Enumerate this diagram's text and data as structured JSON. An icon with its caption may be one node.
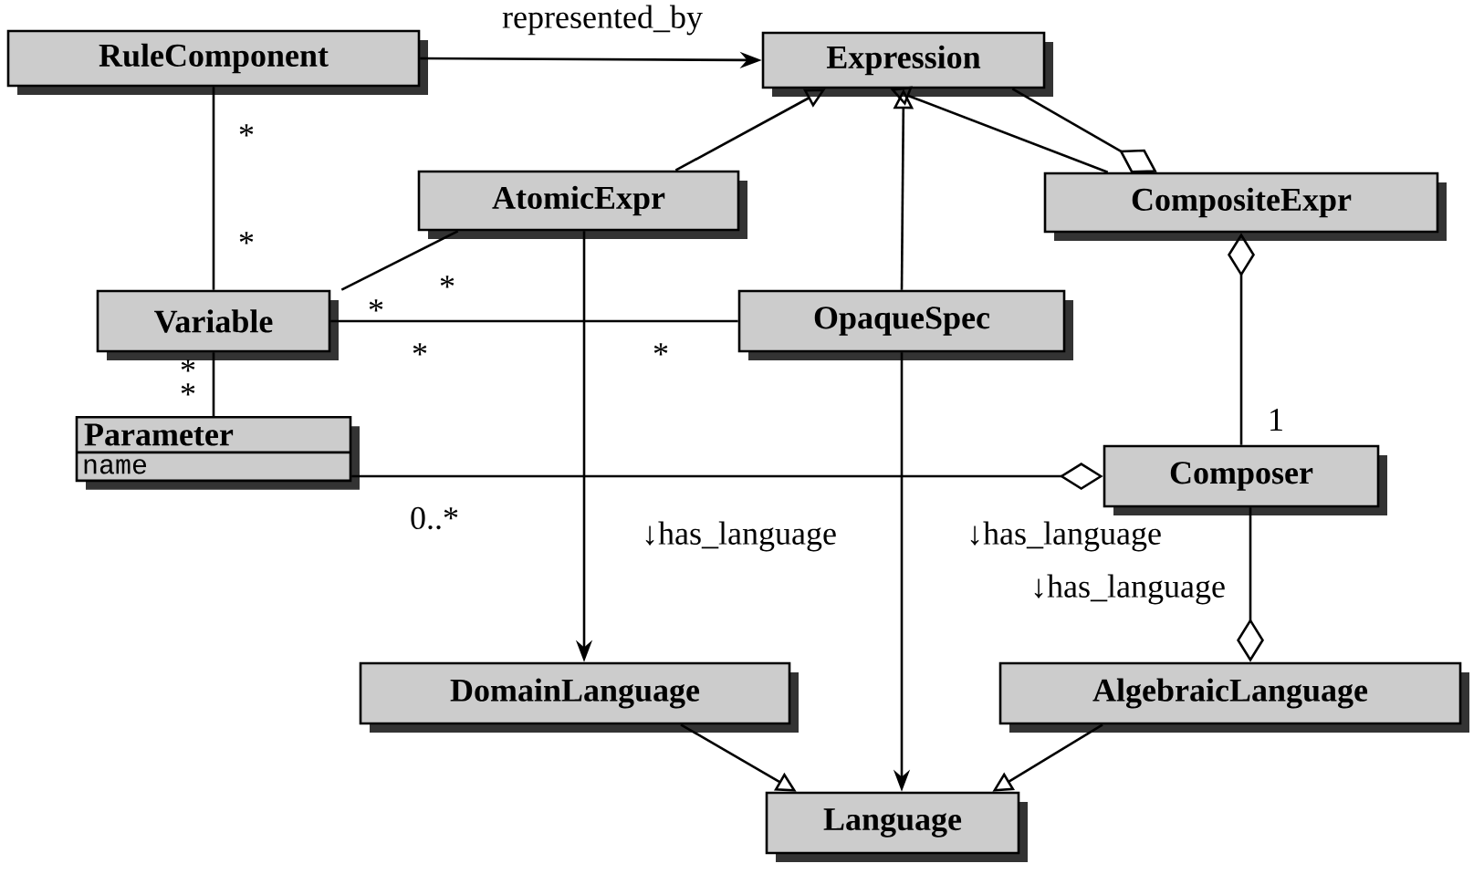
{
  "diagram": {
    "nodes": [
      {
        "text": [
          "RuleComponent"
        ]
      },
      {
        "text": [
          "Expression"
        ]
      },
      {
        "text": [
          "AtomicExpr"
        ]
      },
      {
        "text": [
          "CompositeExpr"
        ]
      },
      {
        "text": [
          "Variable"
        ]
      },
      {
        "text": [
          "OpaqueSpec"
        ]
      },
      {
        "text": [
          "Parameter",
          "name"
        ]
      },
      {
        "text": [
          "Composer"
        ]
      },
      {
        "text": [
          "DomainLanguage"
        ]
      },
      {
        "text": [
          "AlgebraicLanguage"
        ]
      },
      {
        "text": [
          "Language"
        ]
      }
    ],
    "edges": [
      {
        "from": 0,
        "to": 1,
        "arrow": "to",
        "label": "represented_by"
      },
      {
        "from": 0,
        "to": 4,
        "arrow": "none"
      },
      {
        "from": 2,
        "to": 1,
        "arrow": "to"
      },
      {
        "from": 5,
        "to": 1,
        "arrow": "to"
      },
      {
        "from": 3,
        "to": 1,
        "arrow": "to"
      },
      {
        "from": 1,
        "to": 3,
        "arrow": "other"
      },
      {
        "from": 4,
        "to": 2,
        "arrow": "none"
      },
      {
        "from": 4,
        "to": 5,
        "arrow": "none"
      },
      {
        "from": 4,
        "to": 6,
        "arrow": "none"
      },
      {
        "from": 6,
        "to": 7,
        "arrow": "other"
      },
      {
        "from": 7,
        "to": 3,
        "arrow": "other"
      },
      {
        "from": 2,
        "to": 8,
        "arrow": "to",
        "label": "↓has_language"
      },
      {
        "from": 5,
        "to": 10,
        "arrow": "to",
        "label": "↓has_language"
      },
      {
        "from": 7,
        "to": 9,
        "arrow": "other",
        "label": "↓has_language"
      },
      {
        "from": 8,
        "to": 10,
        "arrow": "to"
      },
      {
        "from": 9,
        "to": 10,
        "arrow": "to"
      }
    ],
    "labels": [
      "*",
      "*",
      "*",
      "*",
      "*",
      "*",
      "*",
      "*",
      "1",
      "0..*"
    ]
  }
}
